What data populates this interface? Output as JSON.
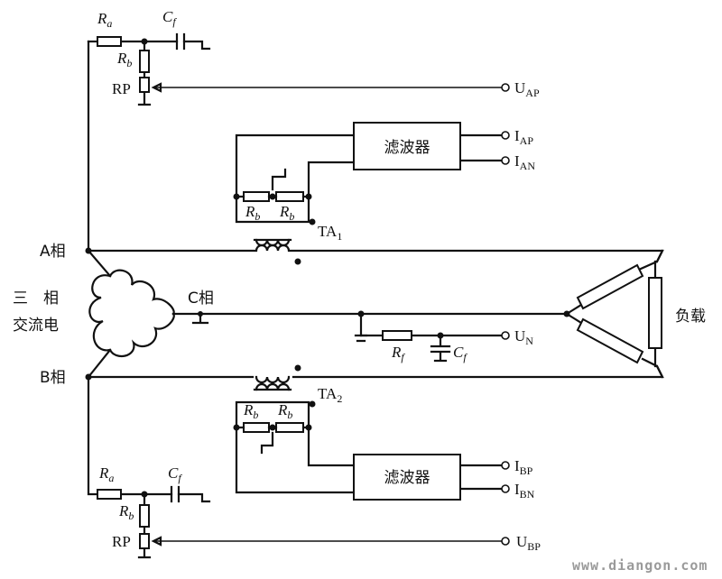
{
  "labels": {
    "ra_top": "R",
    "ra_top_sub": "a",
    "cf_top": "C",
    "cf_top_sub": "f",
    "rb_top": "R",
    "rb_top_sub": "b",
    "rp_top": "RP",
    "uap": "U",
    "uap_sub": "AP",
    "filter_top": "滤波器",
    "iap": "I",
    "iap_sub": "AP",
    "ian": "I",
    "ian_sub": "AN",
    "rb_ta1_left": "R",
    "rb_ta1_left_sub": "b",
    "rb_ta1_right": "R",
    "rb_ta1_right_sub": "b",
    "ta1": "TA",
    "ta1_sub": "1",
    "phase_a": "A相",
    "source_line1": "三　相",
    "source_line2": "交流电",
    "phase_c": "C相",
    "load": "负载",
    "rf": "R",
    "rf_sub": "f",
    "cf_mid": "C",
    "cf_mid_sub": "f",
    "un": "U",
    "un_sub": "N",
    "phase_b": "B相",
    "ta2": "TA",
    "ta2_sub": "2",
    "rb_ta2_left": "R",
    "rb_ta2_left_sub": "b",
    "rb_ta2_right": "R",
    "rb_ta2_right_sub": "b",
    "filter_bottom": "滤波器",
    "ibp": "I",
    "ibp_sub": "BP",
    "ibn": "I",
    "ibn_sub": "BN",
    "ra_bot": "R",
    "ra_bot_sub": "a",
    "cf_bot": "C",
    "cf_bot_sub": "f",
    "rb_bot": "R",
    "rb_bot_sub": "b",
    "rp_bot": "RP",
    "ubp": "U",
    "ubp_sub": "BP"
  },
  "watermark": "www.diangon.com"
}
